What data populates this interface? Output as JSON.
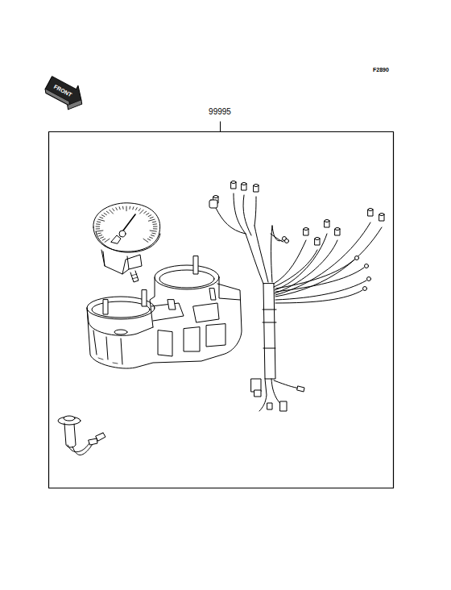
{
  "diagram": {
    "labels": [
      "F2890",
      "FRONT",
      "99995"
    ]
  }
}
